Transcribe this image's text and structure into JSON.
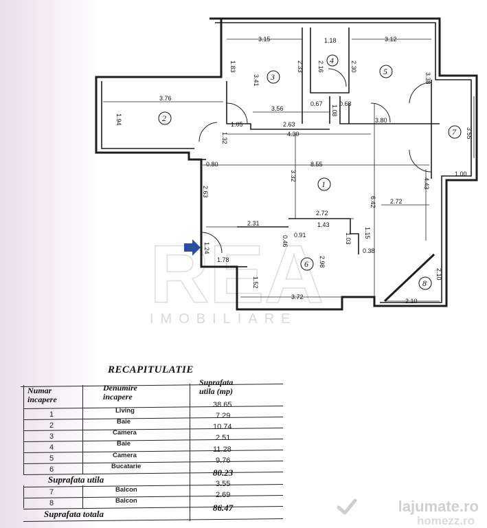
{
  "plan": {
    "dimensions": [
      "3.15",
      "1.18",
      "3.12",
      "1.83",
      "2.33",
      "2.16",
      "2.30",
      "3.41",
      "3.38",
      "3.76",
      "1.94",
      "3.56",
      "0.67",
      "0.68",
      "1.08",
      "1.05",
      "2.63",
      "3.80",
      "4.30",
      "3.55",
      "1.32",
      "0.80",
      "8.55",
      "3.32",
      "2.63",
      "4.43",
      "1.00",
      "2.72",
      "2.72",
      "6.42",
      "2.31",
      "1.43",
      "0.46",
      "0.91",
      "1.03",
      "1.15",
      "1.24",
      "1.78",
      "2.98",
      "0.38",
      "1.52",
      "3.72",
      "2.10",
      "2.10"
    ],
    "rooms": [
      "1",
      "2",
      "3",
      "4",
      "5",
      "6",
      "7",
      "8"
    ]
  },
  "watermark": {
    "logo": "REA",
    "subtitle": "IMOBILIARE"
  },
  "recap": {
    "title": "RECAPITULATIE",
    "headers": {
      "num_line1": "Numar",
      "num_line2": "incapere",
      "name_line1": "Denumire",
      "name_line2": "incapere",
      "area_line1": "Suprafata",
      "area_line2": "utila  (mp)"
    },
    "rows": [
      {
        "num": "1",
        "name": "Living",
        "area": "38.65"
      },
      {
        "num": "2",
        "name": "Baie",
        "area": "7.29"
      },
      {
        "num": "3",
        "name": "Camera",
        "area": "10.74"
      },
      {
        "num": "4",
        "name": "Baie",
        "area": "2.51"
      },
      {
        "num": "5",
        "name": "Camera",
        "area": "11.28"
      },
      {
        "num": "6",
        "name": "Bucatarie",
        "area": "9.76"
      }
    ],
    "subtotal_label": "Suprafata utila",
    "subtotal_value": "80.23",
    "balconies": [
      {
        "num": "7",
        "name": "Balcon",
        "area": "3.55"
      },
      {
        "num": "8",
        "name": "Balcon",
        "area": "2.69"
      }
    ],
    "total_label": "Suprafata totala",
    "total_value": "86.47"
  },
  "site_watermark": {
    "line1": "lajumate.ro",
    "line2": "homezz.ro"
  }
}
